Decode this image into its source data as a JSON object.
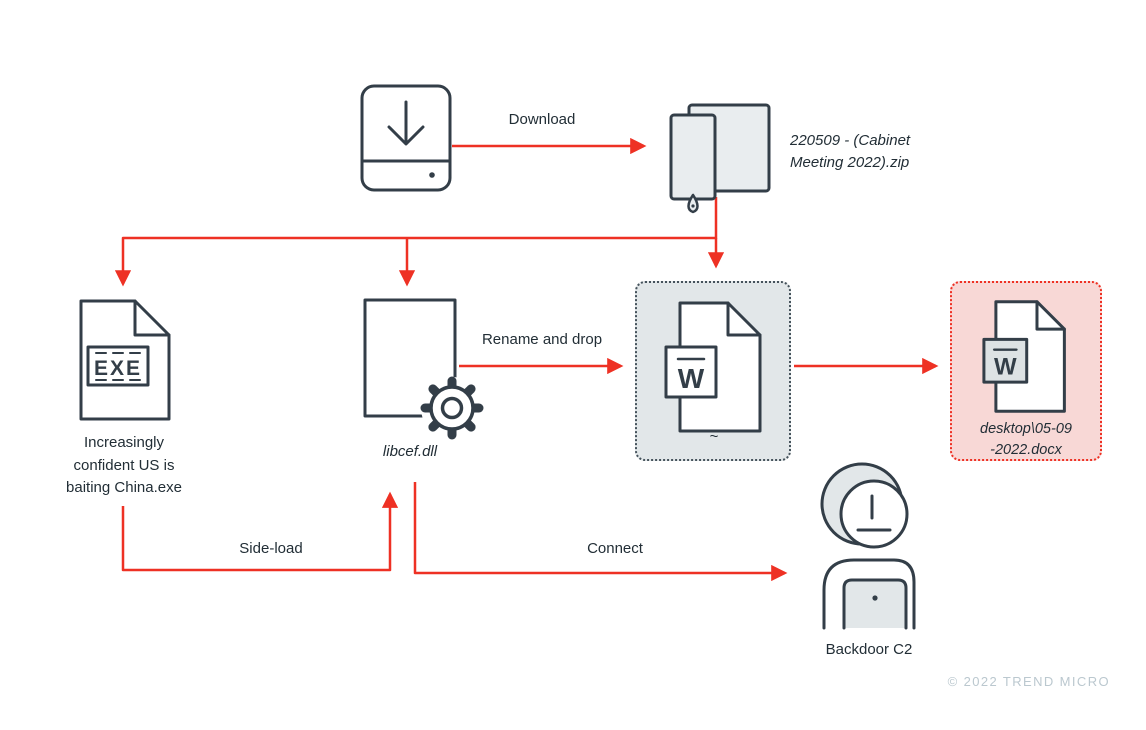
{
  "edges": {
    "download": {
      "label": "Download"
    },
    "rename_and_drop": {
      "label": "Rename and drop"
    },
    "side_load": {
      "label": "Side-load"
    },
    "connect": {
      "label": "Connect"
    }
  },
  "nodes": {
    "downloader": {
      "icon": "download-icon"
    },
    "zip": {
      "icon": "zip-archive-icon",
      "name": [
        "220509 - (Cabinet",
        "Meeting 2022).zip"
      ]
    },
    "exe": {
      "icon": "exe-file-icon",
      "icon_text": "EXE",
      "name": [
        "Increasingly",
        "confident US is",
        "baiting China.exe"
      ]
    },
    "dll": {
      "icon": "dll-gear-icon",
      "name": "libcef.dll"
    },
    "doc_dropped": {
      "icon": "word-doc-icon",
      "letter": "W",
      "label": "~"
    },
    "doc_final": {
      "icon": "word-doc-icon",
      "letter": "W",
      "name": [
        "desktop\\05-09",
        "-2022.docx"
      ]
    },
    "c2": {
      "icon": "hacker-icon",
      "label": "Backdoor C2"
    }
  },
  "footer": {
    "copyright": "© 2022 TREND MICRO"
  },
  "colors": {
    "arrow_red": "#EE3124",
    "outline": "#333E48",
    "gray_fill": "#E2E7E9",
    "pink_fill": "#F8D8D6",
    "icon_gray": "#E9EDEF",
    "text": "#222E36",
    "copyright": "#BBC8CF"
  }
}
